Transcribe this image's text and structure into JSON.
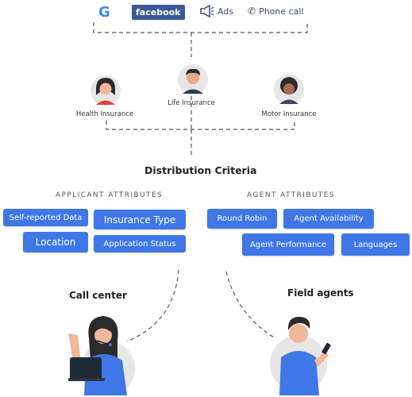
{
  "sources": {
    "google_letter": "G",
    "facebook_label": "facebook",
    "ads_label": "Ads",
    "phone_label": "Phone call"
  },
  "people": [
    {
      "label": "Health Insurance"
    },
    {
      "label": "Life Insurance"
    },
    {
      "label": "Motor Insurance"
    }
  ],
  "distribution_title": "Distribution Criteria",
  "applicant": {
    "heading": "APPLICANT ATTRIBUTES",
    "chips": [
      "Self-reported Data",
      "Insurance Type",
      "Location",
      "Application Status"
    ]
  },
  "agent": {
    "heading": "AGENT ATTRIBUTES",
    "chips": [
      "Round Robin",
      "Agent Availability",
      "Agent Performance",
      "Languages"
    ]
  },
  "call_center_label": "Call center",
  "field_agents_label": "Field agents",
  "colors": {
    "chip": "#3f77e6",
    "facebook": "#3b5998",
    "google": "#4285f4"
  }
}
